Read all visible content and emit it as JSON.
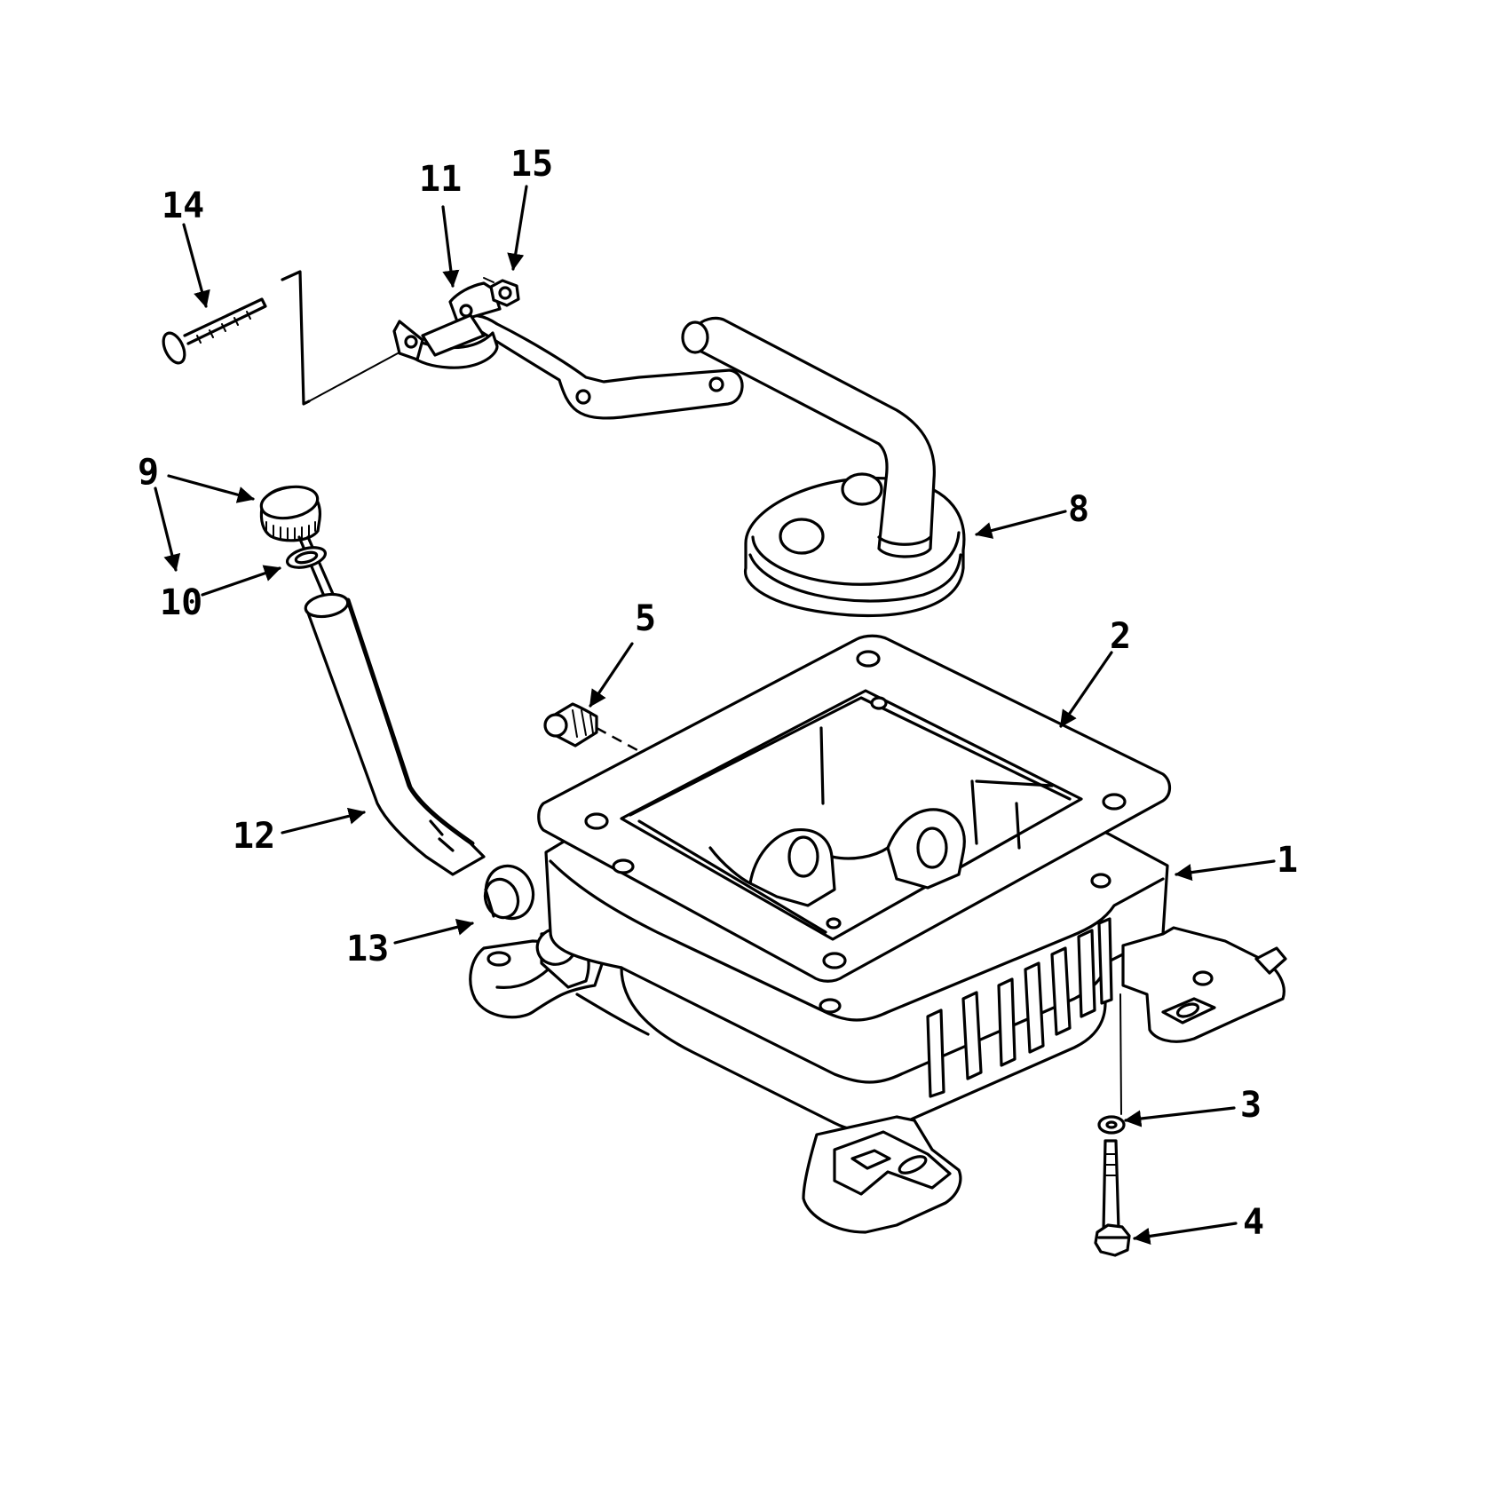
{
  "callouts": [
    {
      "id": "c1",
      "text": "1"
    },
    {
      "id": "c2",
      "text": "2"
    },
    {
      "id": "c3",
      "text": "3"
    },
    {
      "id": "c4",
      "text": "4"
    },
    {
      "id": "c5",
      "text": "5"
    },
    {
      "id": "c8",
      "text": "8"
    },
    {
      "id": "c9",
      "text": "9"
    },
    {
      "id": "c10",
      "text": "10"
    },
    {
      "id": "c11",
      "text": "11"
    },
    {
      "id": "c12",
      "text": "12"
    },
    {
      "id": "c13",
      "text": "13"
    },
    {
      "id": "c14",
      "text": "14"
    },
    {
      "id": "c15",
      "text": "15"
    }
  ],
  "parts_depicted": [
    "oil-pan-housing",
    "gasket",
    "washer",
    "bolt",
    "plug",
    "oil-pickup-tube",
    "dipstick",
    "o-ring",
    "bracket",
    "dipstick-tube",
    "grommet",
    "screw",
    "nut"
  ]
}
